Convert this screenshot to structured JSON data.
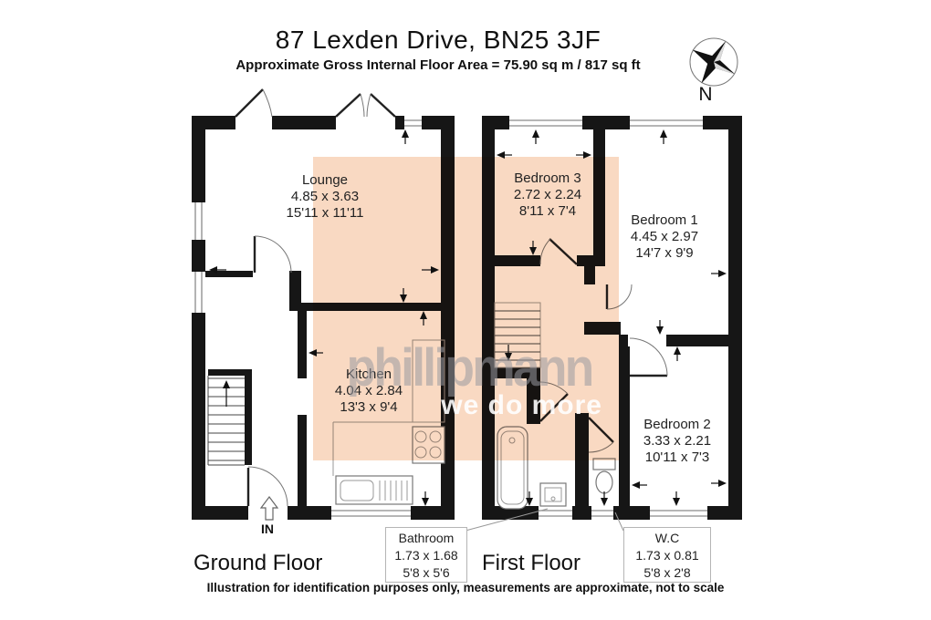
{
  "header": {
    "title": "87 Lexden Drive, BN25 3JF",
    "subtitle": "Approximate Gross Internal Floor Area = 75.90 sq m / 817 sq ft"
  },
  "compass": {
    "north_label": "N"
  },
  "watermark": {
    "line1": "phillipmann",
    "line2": "we do more"
  },
  "rooms": {
    "lounge": {
      "name": "Lounge",
      "metric": "4.85 x 3.63",
      "imperial": "15'11 x 11'11"
    },
    "kitchen": {
      "name": "Kitchen",
      "metric": "4.04 x 2.84",
      "imperial": "13'3 x 9'4"
    },
    "bedroom3": {
      "name": "Bedroom 3",
      "metric": "2.72 x 2.24",
      "imperial": "8'11 x 7'4"
    },
    "bedroom1": {
      "name": "Bedroom 1",
      "metric": "4.45 x 2.97",
      "imperial": "14'7 x 9'9"
    },
    "bedroom2": {
      "name": "Bedroom 2",
      "metric": "3.33 x 2.21",
      "imperial": "10'11 x 7'3"
    }
  },
  "callouts": {
    "bathroom": {
      "name": "Bathroom",
      "metric": "1.73 x 1.68",
      "imperial": "5'8 x 5'6"
    },
    "wc": {
      "name": "W.C",
      "metric": "1.73 x 0.81",
      "imperial": "5'8 x 2'8"
    }
  },
  "floors": {
    "ground": "Ground Floor",
    "first": "First Floor"
  },
  "entrance": {
    "label": "IN"
  },
  "footer": "Illustration for identification purposes only, measurements are approximate, not to scale",
  "colors": {
    "wall": "#161616",
    "shade": "#f9d9c2",
    "watermark_gray": "#9a9aa1",
    "watermark_white": "#ffffff"
  }
}
